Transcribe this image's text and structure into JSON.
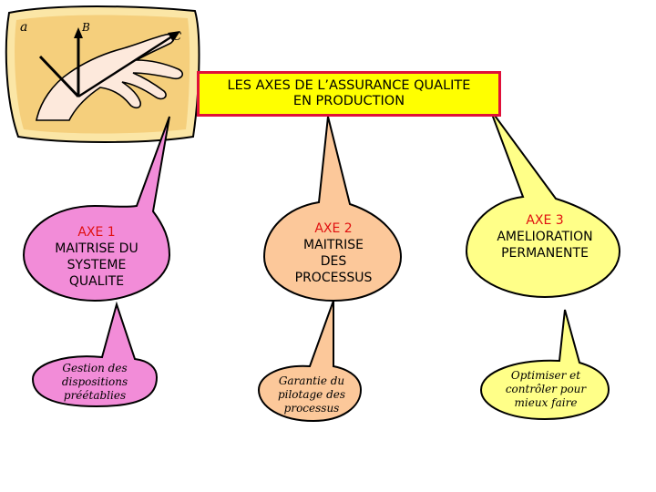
{
  "title": {
    "line1": "LES AXES DE L’ASSURANCE QUALITE",
    "line2": "EN PRODUCTION"
  },
  "hand_labels": {
    "a": "a",
    "b": "B",
    "c": "C"
  },
  "axes": [
    {
      "head": "AXE 1",
      "lines": [
        "MAITRISE DU",
        "SYSTEME",
        "QUALITE"
      ],
      "color": "#f28cd8"
    },
    {
      "head": "AXE 2",
      "lines": [
        "MAITRISE",
        "DES",
        "PROCESSUS"
      ],
      "color": "#fcc89a"
    },
    {
      "head": "AXE 3",
      "lines": [
        "AMELIORATION",
        "PERMANENTE"
      ],
      "color": "#ffff88"
    }
  ],
  "notes": [
    {
      "lines": [
        "Gestion des",
        "dispositions",
        "préétablies"
      ],
      "color": "#f28cd8"
    },
    {
      "lines": [
        "Garantie du",
        "pilotage des",
        "processus"
      ],
      "color": "#fcc89a"
    },
    {
      "lines": [
        "Optimiser et",
        "contrôler pour",
        "mieux faire"
      ],
      "color": "#ffff88"
    }
  ],
  "colors": {
    "title_fill": "#ffff00",
    "title_border": "#e0103a",
    "axis_head": "#e01010",
    "hand_frame": "#e8c36a"
  }
}
